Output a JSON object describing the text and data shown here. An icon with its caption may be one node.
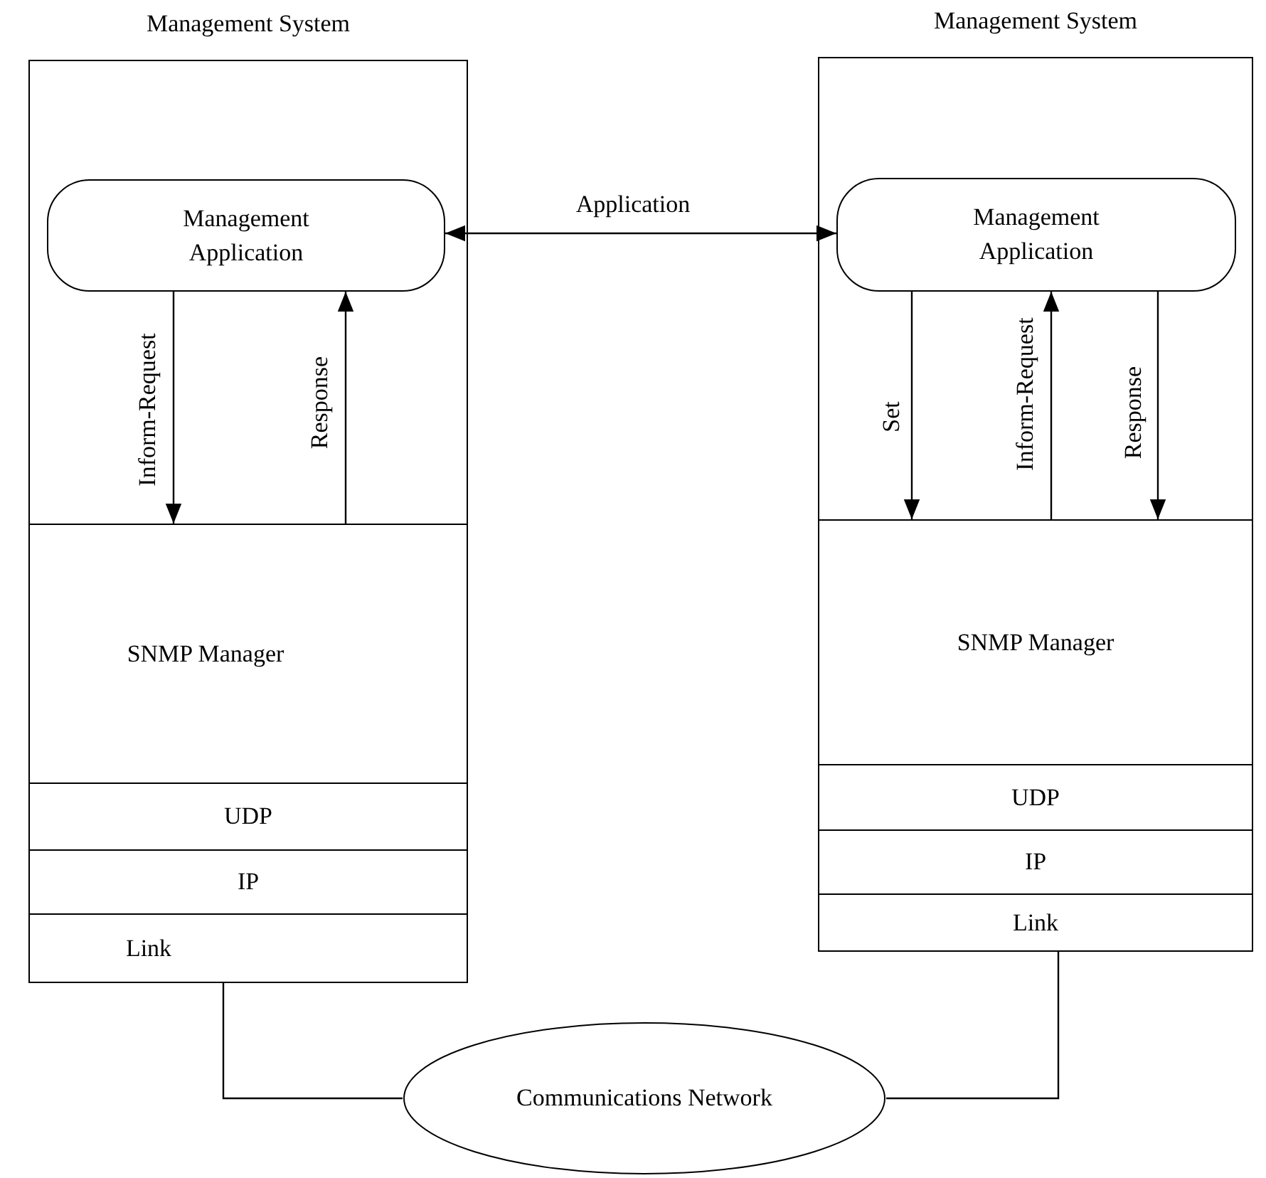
{
  "diagram": {
    "nodes": [
      {
        "text": [
          "Management System"
        ]
      },
      {
        "text": [
          "Management Application"
        ],
        "in": 0
      },
      {
        "text": [
          "SNMP Manager"
        ],
        "in": 0
      },
      {
        "text": [
          "UDP"
        ],
        "in": 0
      },
      {
        "text": [
          "IP"
        ],
        "in": 0
      },
      {
        "text": [
          "Link"
        ],
        "in": 0
      },
      {
        "text": [
          "Management System"
        ]
      },
      {
        "text": [
          "Management Application"
        ],
        "in": 6
      },
      {
        "text": [
          "SNMP Manager"
        ],
        "in": 6
      },
      {
        "text": [
          "UDP"
        ],
        "in": 6
      },
      {
        "text": [
          "IP"
        ],
        "in": 6
      },
      {
        "text": [
          "Link"
        ],
        "in": 6
      },
      {
        "text": [
          "Communications Network"
        ]
      }
    ],
    "edges": [
      {
        "from": 1,
        "to": 7,
        "arrow": "both",
        "label": "Application"
      },
      {
        "from": 1,
        "to": 2,
        "arrow": "to",
        "label": "Inform-Request"
      },
      {
        "from": 2,
        "to": 1,
        "arrow": "to",
        "label": "Response"
      },
      {
        "from": 7,
        "to": 8,
        "arrow": "to",
        "label": "Set"
      },
      {
        "from": 8,
        "to": 7,
        "arrow": "to",
        "label": "Inform-Request"
      },
      {
        "from": 7,
        "to": 8,
        "arrow": "to",
        "label": "Response"
      },
      {
        "from": 5,
        "to": 12,
        "arrow": "none"
      },
      {
        "from": 11,
        "to": 12,
        "arrow": "none"
      }
    ]
  }
}
